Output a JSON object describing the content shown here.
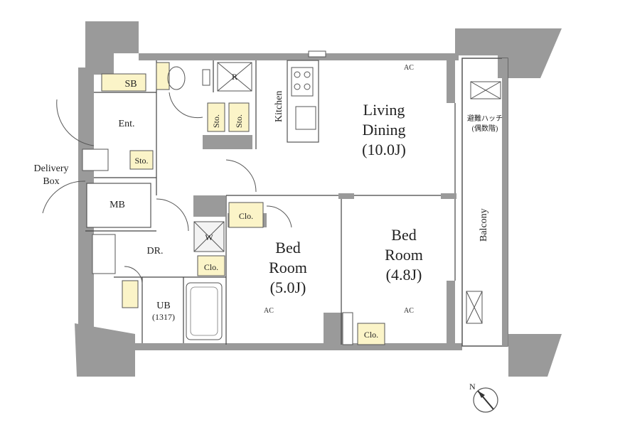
{
  "rooms": {
    "living_line1": "Living",
    "living_line2": "Dining",
    "living_size": "(10.0J)",
    "bed1_line1": "Bed",
    "bed1_line2": "Room",
    "bed1_size": "(5.0J)",
    "bed2_line1": "Bed",
    "bed2_line2": "Room",
    "bed2_size": "(4.8J)",
    "kitchen": "Kitchen",
    "balcony": "Balcony",
    "entrance": "Ent.",
    "mb": "MB",
    "dr": "DR.",
    "ub": "UB",
    "ub_size": "(1317)",
    "sb": "SB",
    "delivery_line1": "Delivery",
    "delivery_line2": "Box",
    "wash": "W",
    "fridge": "R",
    "sto1": "Sto.",
    "sto2": "Sto.",
    "sto3": "Sto.",
    "clo1": "Clo.",
    "clo2": "Clo.",
    "clo3": "Clo.",
    "ac1": "AC",
    "ac2": "AC",
    "ac3": "AC",
    "hatch_line1": "避難ハッチ",
    "hatch_line2": "(偶数階)",
    "compass": "N"
  },
  "colors": {
    "wall": "#9a9a9a",
    "storage_fill": "#fbf4c8"
  }
}
